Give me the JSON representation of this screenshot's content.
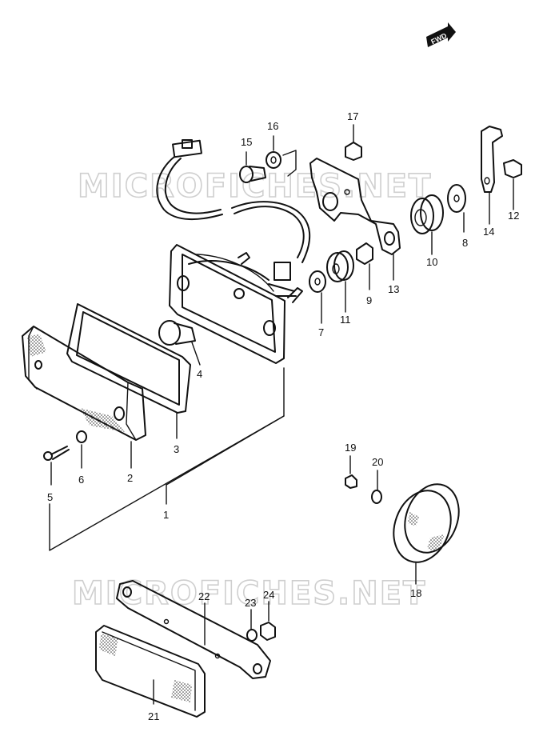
{
  "watermarks": [
    "MICROFICHES.NET",
    "MICROFICHES.NET"
  ],
  "fwd_label": "FWD",
  "callouts": [
    "1",
    "2",
    "3",
    "4",
    "5",
    "6",
    "7",
    "8",
    "9",
    "10",
    "11",
    "12",
    "13",
    "14",
    "15",
    "16",
    "17",
    "18",
    "19",
    "20",
    "21",
    "22",
    "23",
    "24"
  ]
}
